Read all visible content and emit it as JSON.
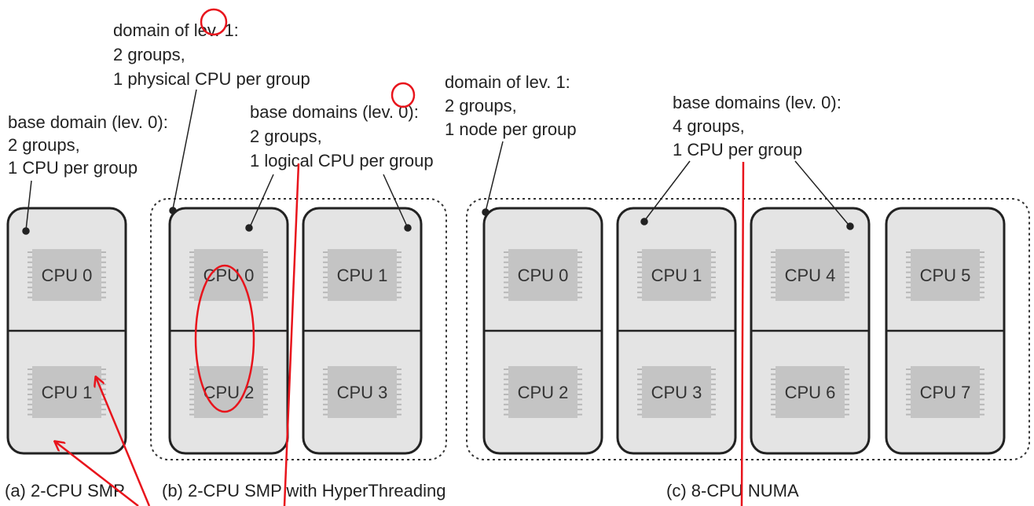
{
  "annotations": {
    "a_base": [
      "base domain (lev. 0):",
      " 2 groups,",
      "1 CPU per group"
    ],
    "b_domain": [
      "domain of lev. 1:",
      "2 groups,",
      "1 physical CPU per group"
    ],
    "b_base": [
      "base domains (lev. 0):",
      "2 groups,",
      "1 logical CPU per group"
    ],
    "c_domain": [
      "domain of lev. 1:",
      "2 groups,",
      "1 node per group"
    ],
    "c_base": [
      "base domains (lev. 0):",
      "4 groups,",
      "1 CPU per group"
    ]
  },
  "cpus": {
    "a": [
      "CPU 0",
      "CPU 1"
    ],
    "b": [
      "CPU 0",
      "CPU 2",
      "CPU 1",
      "CPU 3"
    ],
    "c": [
      "CPU 0",
      "CPU 2",
      "CPU 1",
      "CPU 3",
      "CPU 4",
      "CPU 6",
      "CPU 5",
      "CPU 7"
    ]
  },
  "captions": {
    "a": "(a) 2-CPU SMP",
    "b": "(b) 2-CPU SMP with HyperThreading",
    "c": "(c) 8-CPU NUMA"
  },
  "colors": {
    "outline": "#222222",
    "module_fill": "#e4e4e4",
    "chip_fill": "#c4c4c4",
    "annotation_red": "#e8141c"
  }
}
